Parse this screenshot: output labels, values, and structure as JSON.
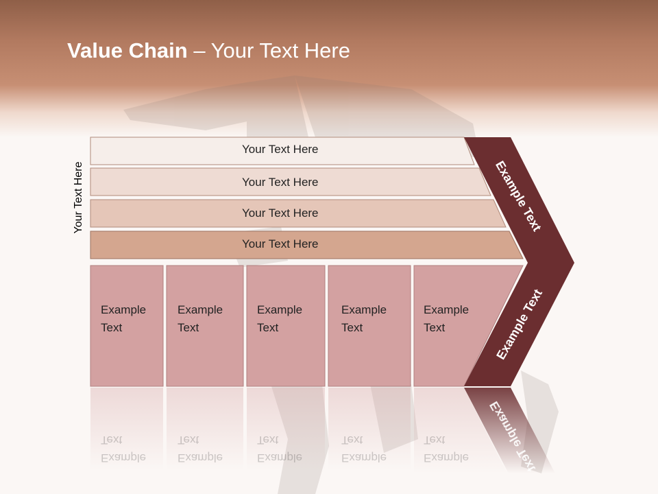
{
  "title": {
    "bold": "Value Chain",
    "rest": " – Your Text Here"
  },
  "side_label": "Your Text Here",
  "bars": [
    "Your Text Here",
    "Your Text Here",
    "Your Text Here",
    "Your Text Here"
  ],
  "columns": [
    {
      "line1": "Example",
      "line2": "Text"
    },
    {
      "line1": "Example",
      "line2": "Text"
    },
    {
      "line1": "Example",
      "line2": "Text"
    },
    {
      "line1": "Example",
      "line2": "Text"
    },
    {
      "line1": "Example",
      "line2": "Text"
    }
  ],
  "chevron": {
    "upper": "Example Text",
    "lower": "Example Text"
  },
  "colors": {
    "header": "#b27a60",
    "bar1": "#f6eeea",
    "bar2": "#eedbd3",
    "bar3": "#e5c6b8",
    "bar4": "#d4a68f",
    "column": "#d3a1a1",
    "chevron": "#6b2e30"
  }
}
